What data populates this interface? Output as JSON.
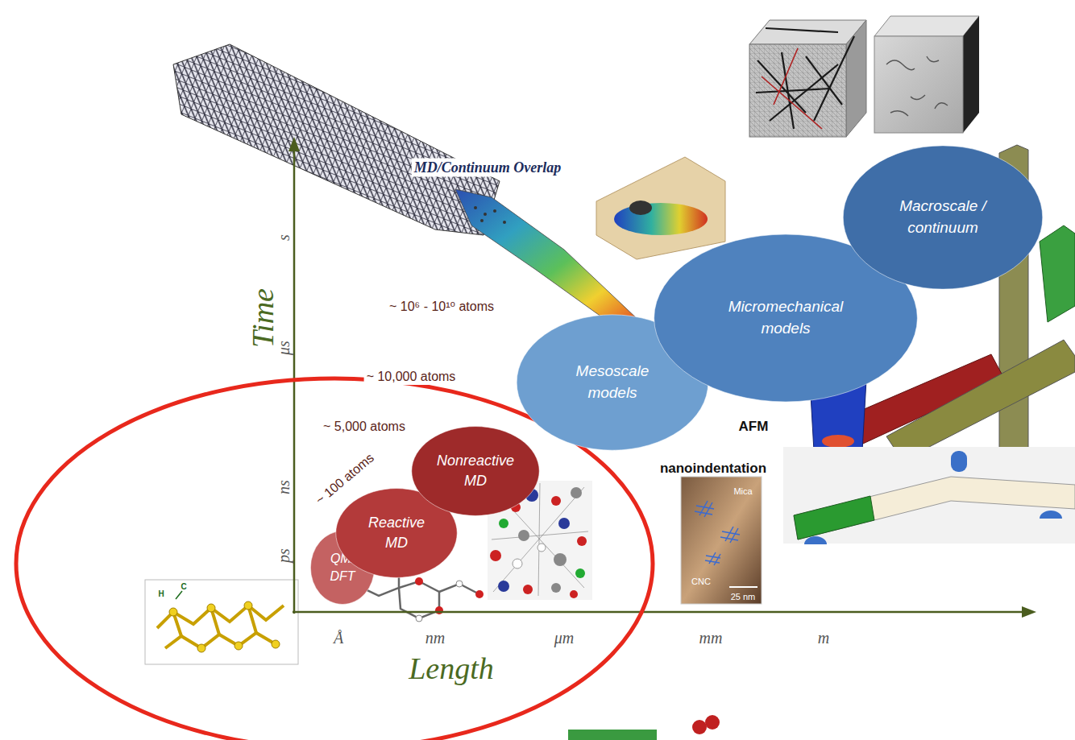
{
  "diagram": {
    "nodes": [
      {
        "text": [
          "QM/ DFT"
        ]
      },
      {
        "text": [
          "Reactive MD"
        ]
      },
      {
        "text": [
          "Nonreactive MD"
        ]
      },
      {
        "text": [
          "Mesoscale models"
        ]
      },
      {
        "text": [
          "Micromechanical models"
        ]
      },
      {
        "text": [
          "Macroscale / continuum"
        ]
      }
    ],
    "labels": [
      "s",
      "μs",
      "ns",
      "ps",
      "Time",
      "Å",
      "nm",
      "μm",
      "mm",
      "m",
      "Length",
      "~ 100 atoms",
      "~ 5,000 atoms",
      "~ 10,000 atoms",
      "~ 10⁶ - 10¹⁰ atoms",
      "MD/Continuum Overlap",
      "AFM",
      "nanoindentation",
      "Mica",
      "CNC",
      "25 nm",
      "H",
      "C"
    ]
  }
}
